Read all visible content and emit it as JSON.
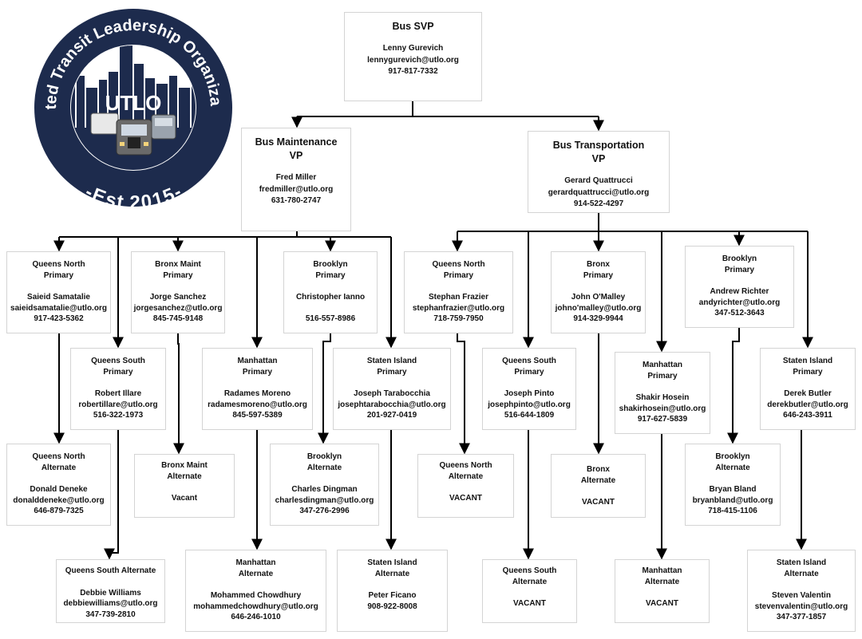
{
  "logo": {
    "ring_text": "United Transit Leadership Organization",
    "est_text": "-Est 2015-",
    "center_text": "UTLO",
    "colors": {
      "ring": "#1d2b4d",
      "inner": "#ffffff",
      "city": "#1d2b4d"
    }
  },
  "nodes": {
    "bus_svp": {
      "title": [
        "Bus SVP"
      ],
      "details": [
        "Lenny Gurevich",
        "lennygurevich@utlo.org",
        "917-817-7332"
      ]
    },
    "bus_maint_vp": {
      "title": [
        "Bus Maintenance",
        "VP"
      ],
      "details": [
        "Fred Miller",
        "fredmiller@utlo.org",
        "631-780-2747"
      ]
    },
    "bus_trans_vp": {
      "title": [
        "Bus Transportation",
        "VP"
      ],
      "details": [
        "Gerard Quattrucci",
        "gerardquattrucci@utlo.org",
        "914-522-4297"
      ]
    },
    "m_qn_p": {
      "title": [
        "Queens North",
        "Primary"
      ],
      "details": [
        "Saieid Samatalie",
        "saieidsamatalie@utlo.org",
        "917-423-5362"
      ]
    },
    "m_bx_p": {
      "title": [
        "Bronx Maint",
        "Primary"
      ],
      "details": [
        "Jorge Sanchez",
        "jorgesanchez@utlo.org",
        "845-745-9148"
      ]
    },
    "m_bk_p": {
      "title": [
        "Brooklyn",
        "Primary"
      ],
      "details": [
        "Christopher Ianno",
        "",
        "516-557-8986"
      ]
    },
    "m_qs_p": {
      "title": [
        "Queens South",
        "Primary"
      ],
      "details": [
        "Robert Illare",
        "robertillare@utlo.org",
        "516-322-1973"
      ]
    },
    "m_mn_p": {
      "title": [
        "Manhattan",
        "Primary"
      ],
      "details": [
        "Radames Moreno",
        "radamesmoreno@utlo.org",
        "845-597-5389"
      ]
    },
    "m_si_p": {
      "title": [
        "Staten Island",
        "Primary"
      ],
      "details": [
        "Joseph Tarabocchia",
        "josephtarabocchia@utlo.org",
        "201-927-0419"
      ]
    },
    "m_qn_a": {
      "title": [
        "Queens North",
        "Alternate"
      ],
      "details": [
        "Donald Deneke",
        "donalddeneke@utlo.org",
        "646-879-7325"
      ]
    },
    "m_bx_a": {
      "title": [
        "Bronx Maint",
        "Alternate"
      ],
      "details": [
        "Vacant"
      ]
    },
    "m_bk_a": {
      "title": [
        "Brooklyn",
        "Alternate"
      ],
      "details": [
        "Charles Dingman",
        "charlesdingman@utlo.org",
        "347-276-2996"
      ]
    },
    "m_qs_a": {
      "title": [
        "Queens South Alternate"
      ],
      "details": [
        "Debbie Williams",
        "debbiewilliams@utlo.org",
        "347-739-2810"
      ]
    },
    "m_mn_a": {
      "title": [
        "Manhattan",
        "Alternate"
      ],
      "details": [
        "Mohammed Chowdhury",
        "mohammedchowdhury@utlo.org",
        "646-246-1010"
      ]
    },
    "m_si_a": {
      "title": [
        "Staten Island",
        "Alternate"
      ],
      "details": [
        "Peter Ficano",
        "908-922-8008"
      ]
    },
    "t_qn_p": {
      "title": [
        "Queens North",
        "Primary"
      ],
      "details": [
        "Stephan Frazier",
        "stephanfrazier@utlo.org",
        "718-759-7950"
      ]
    },
    "t_bx_p": {
      "title": [
        "Bronx",
        "Primary"
      ],
      "details": [
        "John O'Malley",
        "johno'malley@utlo.org",
        "914-329-9944"
      ]
    },
    "t_bk_p": {
      "title": [
        "Brooklyn",
        "Primary"
      ],
      "details": [
        "Andrew Richter",
        "andyrichter@utlo.org",
        "347-512-3643"
      ]
    },
    "t_qs_p": {
      "title": [
        "Queens South",
        "Primary"
      ],
      "details": [
        "Joseph Pinto",
        "josephpinto@utlo.org",
        "516-644-1809"
      ]
    },
    "t_mn_p": {
      "title": [
        "Manhattan",
        "Primary"
      ],
      "details": [
        "Shakir Hosein",
        "shakirhosein@utlo.org",
        "917-627-5839"
      ]
    },
    "t_si_p": {
      "title": [
        "Staten Island",
        "Primary"
      ],
      "details": [
        "Derek Butler",
        "derekbutler@utlo.org",
        "646-243-3911"
      ]
    },
    "t_qn_a": {
      "title": [
        "Queens North",
        "Alternate"
      ],
      "details": [
        "VACANT"
      ]
    },
    "t_bx_a": {
      "title": [
        "Bronx",
        "Alternate"
      ],
      "details": [
        "VACANT"
      ]
    },
    "t_bk_a": {
      "title": [
        "Brooklyn",
        "Alternate"
      ],
      "details": [
        "Bryan Bland",
        "bryanbland@utlo.org",
        "718-415-1106"
      ]
    },
    "t_qs_a": {
      "title": [
        "Queens South",
        "Alternate"
      ],
      "details": [
        "VACANT"
      ]
    },
    "t_mn_a": {
      "title": [
        "Manhattan",
        "Alternate"
      ],
      "details": [
        "VACANT"
      ]
    },
    "t_si_a": {
      "title": [
        "Staten Island",
        "Alternate"
      ],
      "details": [
        "Steven Valentin",
        "stevenvalentin@utlo.org",
        "347-377-1857"
      ]
    }
  },
  "connector_color": "#000000"
}
